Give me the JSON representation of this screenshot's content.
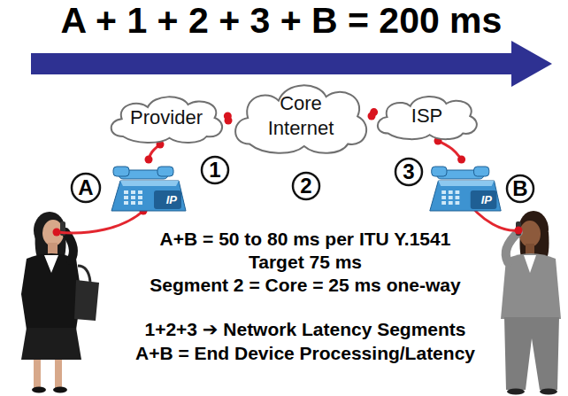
{
  "diagram": {
    "title": "A + 1 + 2 + 3 + B = 200 ms",
    "nodes": [
      {
        "text": [
          "Provider"
        ]
      },
      {
        "text": [
          "Core Internet"
        ]
      },
      {
        "text": [
          "ISP"
        ]
      },
      {
        "text": [
          "1"
        ]
      },
      {
        "text": [
          "2"
        ]
      },
      {
        "text": [
          "3"
        ]
      },
      {
        "text": [
          "A"
        ]
      },
      {
        "text": [
          "IP"
        ]
      },
      {
        "text": [
          "IP"
        ]
      },
      {
        "text": [
          "B"
        ]
      }
    ],
    "edges": [
      {
        "from": 7,
        "to": 0,
        "arrow": "none"
      },
      {
        "from": 0,
        "to": 1,
        "arrow": "none"
      },
      {
        "from": 1,
        "to": 2,
        "arrow": "none"
      },
      {
        "from": 2,
        "to": 8,
        "arrow": "none"
      }
    ],
    "labels": [
      "A+B = 50 to 80 ms per ITU Y.1541",
      "Target 75 ms",
      "Segment 2 = Core = 25 ms one-way",
      "1+2+3 ➔ Network Latency Segments",
      "A+B = End Device Processing/Latency"
    ]
  }
}
